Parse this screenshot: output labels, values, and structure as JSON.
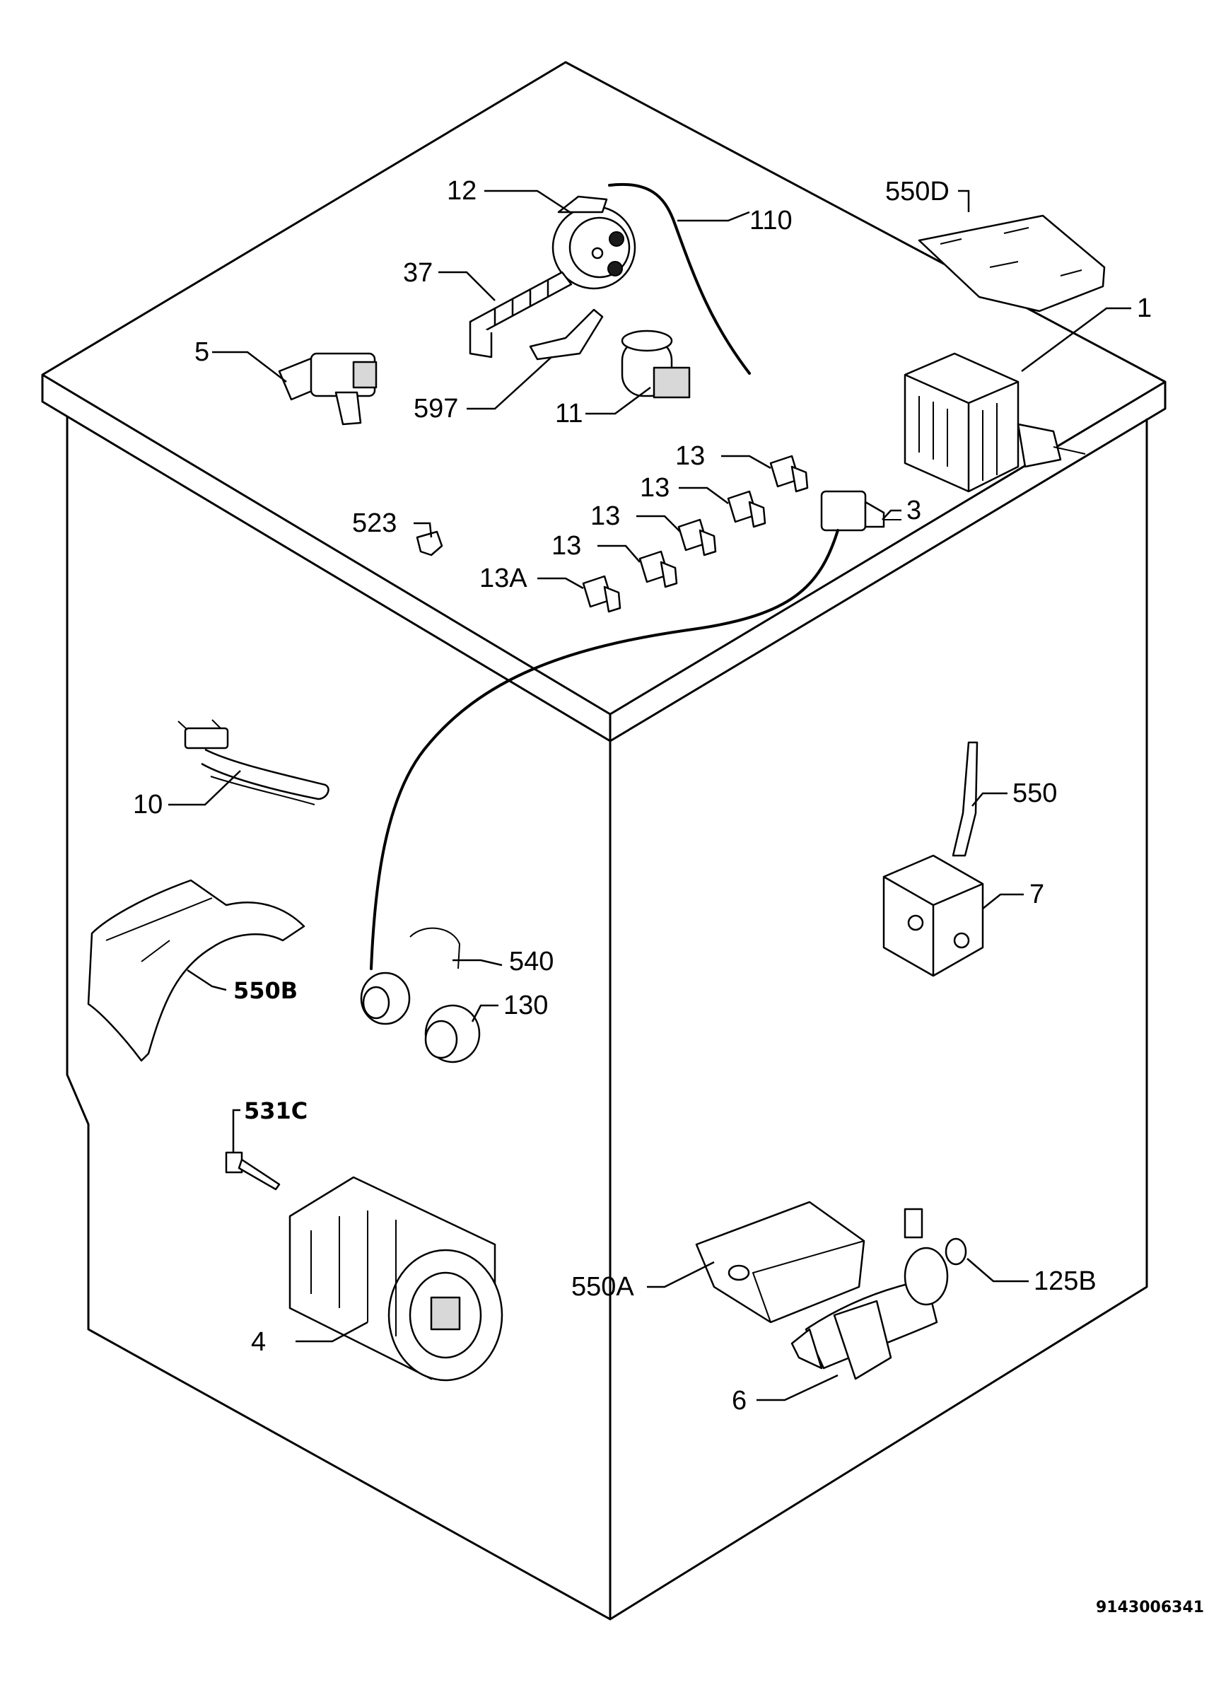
{
  "doc_number": "9143006341",
  "parts": {
    "p1": "1",
    "p3": "3",
    "p4": "4",
    "p5": "5",
    "p6": "6",
    "p7": "7",
    "p10": "10",
    "p11": "11",
    "p12": "12",
    "p13": "13",
    "p13a": "13A",
    "p37": "37",
    "p110": "110",
    "p125b": "125B",
    "p130": "130",
    "p523": "523",
    "p531c": "531C",
    "p540": "540",
    "p550": "550",
    "p550a": "550A",
    "p550b": "550B",
    "p550d": "550D",
    "p597": "597"
  }
}
